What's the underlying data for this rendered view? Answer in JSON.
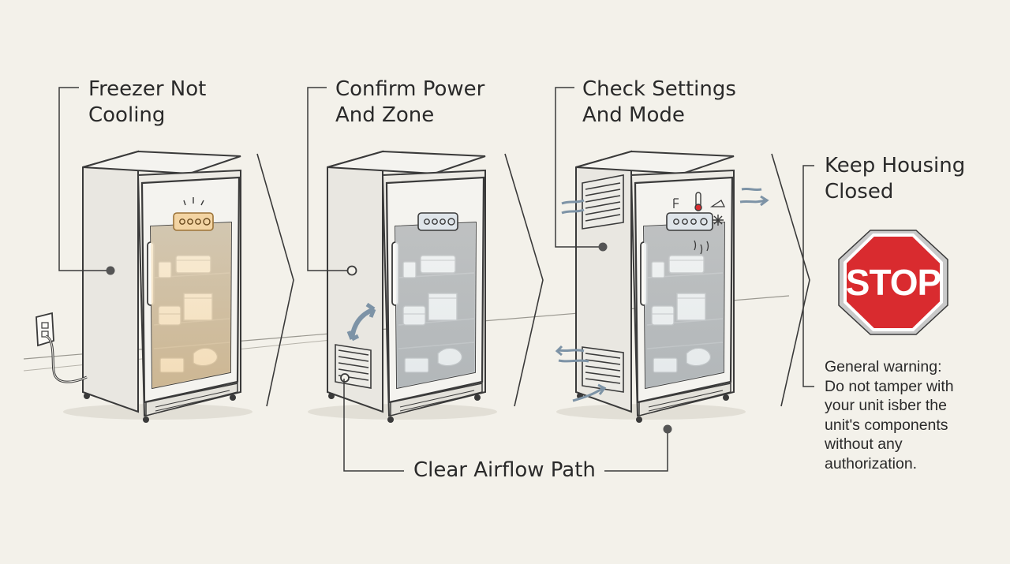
{
  "steps": [
    {
      "label_line1": "Freezer Not",
      "label_line2": "Cooling"
    },
    {
      "label_line1": "Confirm Power",
      "label_line2": "And Zone"
    },
    {
      "label_line1": "Check Settings",
      "label_line2": "And Mode"
    },
    {
      "label_line1": "Keep Housing",
      "label_line2": "Closed"
    }
  ],
  "airflow_label": "Clear Airflow Path",
  "stop_sign": {
    "text": "STOP",
    "color": "#d92b2f"
  },
  "warning_lines": [
    "General warning:",
    "Do not tamper with",
    "your unit isber the",
    "unit's components",
    "without any",
    "authorization."
  ],
  "colors": {
    "background": "#f3f1ea",
    "line": "#3a3a3a",
    "glow": "#f6e2c2",
    "vent_arrow": "#7d93a6"
  }
}
